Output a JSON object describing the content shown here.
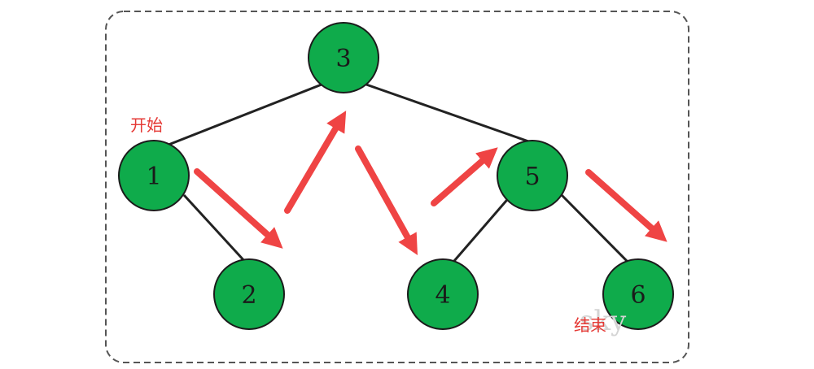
{
  "colors": {
    "node_fill": "#0fab4b",
    "node_stroke": "#1b1b1b",
    "edge": "#222222",
    "arrow": "#ef4444",
    "annotation_text": "#e53935",
    "border": "#555555"
  },
  "tree": {
    "nodes": [
      {
        "id": "n3",
        "label": "3"
      },
      {
        "id": "n1",
        "label": "1"
      },
      {
        "id": "n5",
        "label": "5"
      },
      {
        "id": "n2",
        "label": "2"
      },
      {
        "id": "n4",
        "label": "4"
      },
      {
        "id": "n6",
        "label": "6"
      }
    ],
    "edges": [
      {
        "from": "n3",
        "to": "n1"
      },
      {
        "from": "n3",
        "to": "n5"
      },
      {
        "from": "n1",
        "to": "n2"
      },
      {
        "from": "n5",
        "to": "n4"
      },
      {
        "from": "n5",
        "to": "n6"
      }
    ]
  },
  "traversal": {
    "order": [
      "1",
      "2",
      "3",
      "4",
      "5",
      "6"
    ],
    "arrow_icon": "traversal-arrow-icon"
  },
  "annotations": {
    "start": "开始",
    "end": "结束"
  },
  "watermark": "sky"
}
